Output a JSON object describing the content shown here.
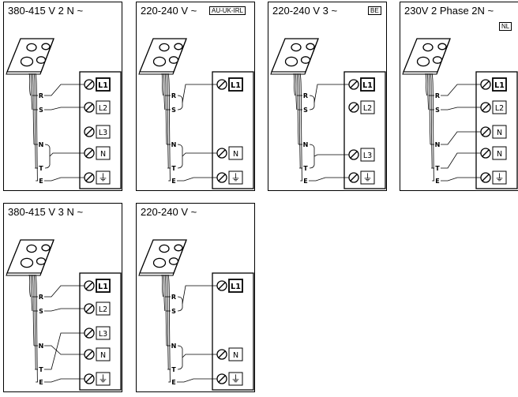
{
  "diagrams": [
    {
      "title": "380-415 V 2 N ~",
      "badge": "",
      "wires": [
        "R",
        "S",
        "N",
        "T",
        "E"
      ],
      "terminals": [
        "L1",
        "L2",
        "L3",
        "N",
        "⏚"
      ],
      "connections": [
        [
          0,
          0
        ],
        [
          1,
          1
        ],
        [
          2,
          3
        ],
        [
          3,
          3
        ],
        [
          4,
          4
        ]
      ]
    },
    {
      "title": "220-240 V ~",
      "badge": "AU-UK-IRL",
      "wires": [
        "R",
        "S",
        "N",
        "T",
        "E"
      ],
      "terminals": [
        "L1",
        "N",
        "⏚"
      ],
      "connections": [
        [
          0,
          0
        ],
        [
          1,
          0
        ],
        [
          2,
          1
        ],
        [
          3,
          1
        ],
        [
          4,
          2
        ]
      ]
    },
    {
      "title": "220-240 V 3 ~",
      "badge": "BE",
      "wires": [
        "R",
        "S",
        "N",
        "T",
        "E"
      ],
      "terminals": [
        "L1",
        "L2",
        "L3",
        "⏚"
      ],
      "connections": [
        [
          0,
          0
        ],
        [
          1,
          0
        ],
        [
          2,
          2
        ],
        [
          3,
          2
        ],
        [
          4,
          3
        ]
      ]
    },
    {
      "title": "230V 2 Phase 2N ~",
      "badge": "NL",
      "wires": [
        "R",
        "S",
        "N",
        "T",
        "E"
      ],
      "terminals": [
        "L1",
        "L2",
        "N",
        "N",
        "⏚"
      ],
      "connections": [
        [
          0,
          0
        ],
        [
          1,
          1
        ],
        [
          2,
          2
        ],
        [
          3,
          3
        ],
        [
          4,
          4
        ]
      ]
    },
    {
      "title": "380-415 V 3 N ~",
      "badge": "",
      "wires": [
        "R",
        "S",
        "N",
        "T",
        "E"
      ],
      "terminals": [
        "L1",
        "L2",
        "L3",
        "N",
        "⏚"
      ],
      "connections": [
        [
          0,
          0
        ],
        [
          1,
          1
        ],
        [
          2,
          3
        ],
        [
          3,
          2
        ],
        [
          4,
          4
        ]
      ]
    },
    {
      "title": "220-240 V ~",
      "badge": "",
      "wires": [
        "R",
        "S",
        "N",
        "T",
        "E"
      ],
      "terminals": [
        "L1",
        "N",
        "⏚"
      ],
      "connections": [
        [
          0,
          0
        ],
        [
          1,
          0
        ],
        [
          2,
          1
        ],
        [
          3,
          1
        ],
        [
          4,
          2
        ]
      ]
    }
  ]
}
